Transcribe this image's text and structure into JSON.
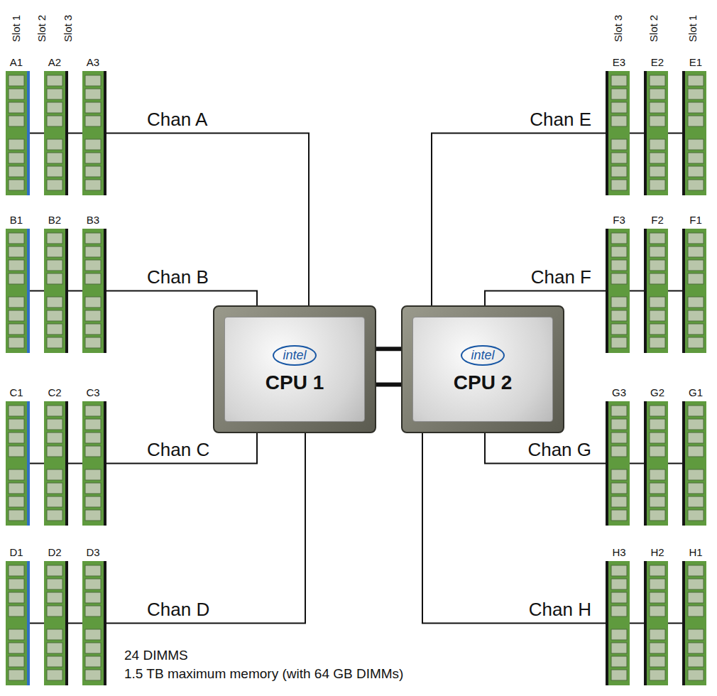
{
  "diagram": {
    "nodes": [
      {
        "text": [
          "intel",
          "CPU 1"
        ]
      },
      {
        "text": [
          "intel",
          "CPU 2"
        ]
      },
      {
        "text": [
          "A1"
        ]
      },
      {
        "text": [
          "A2"
        ]
      },
      {
        "text": [
          "A3"
        ]
      },
      {
        "text": [
          "B1"
        ]
      },
      {
        "text": [
          "B2"
        ]
      },
      {
        "text": [
          "B3"
        ]
      },
      {
        "text": [
          "C1"
        ]
      },
      {
        "text": [
          "C2"
        ]
      },
      {
        "text": [
          "C3"
        ]
      },
      {
        "text": [
          "D1"
        ]
      },
      {
        "text": [
          "D2"
        ]
      },
      {
        "text": [
          "D3"
        ]
      },
      {
        "text": [
          "E3"
        ]
      },
      {
        "text": [
          "E2"
        ]
      },
      {
        "text": [
          "E1"
        ]
      },
      {
        "text": [
          "F3"
        ]
      },
      {
        "text": [
          "F2"
        ]
      },
      {
        "text": [
          "F1"
        ]
      },
      {
        "text": [
          "G3"
        ]
      },
      {
        "text": [
          "G2"
        ]
      },
      {
        "text": [
          "G1"
        ]
      },
      {
        "text": [
          "H3"
        ]
      },
      {
        "text": [
          "H2"
        ]
      },
      {
        "text": [
          "H1"
        ]
      }
    ],
    "edges": [
      {
        "from": 0,
        "to": 4,
        "arrow": "none",
        "label": "Chan A"
      },
      {
        "from": 4,
        "to": 3,
        "arrow": "none"
      },
      {
        "from": 3,
        "to": 2,
        "arrow": "none"
      },
      {
        "from": 0,
        "to": 7,
        "arrow": "none",
        "label": "Chan B"
      },
      {
        "from": 7,
        "to": 6,
        "arrow": "none"
      },
      {
        "from": 6,
        "to": 5,
        "arrow": "none"
      },
      {
        "from": 0,
        "to": 10,
        "arrow": "none",
        "label": "Chan C"
      },
      {
        "from": 10,
        "to": 9,
        "arrow": "none"
      },
      {
        "from": 9,
        "to": 8,
        "arrow": "none"
      },
      {
        "from": 0,
        "to": 13,
        "arrow": "none",
        "label": "Chan D"
      },
      {
        "from": 13,
        "to": 12,
        "arrow": "none"
      },
      {
        "from": 12,
        "to": 11,
        "arrow": "none"
      },
      {
        "from": 1,
        "to": 14,
        "arrow": "none",
        "label": "Chan E"
      },
      {
        "from": 14,
        "to": 15,
        "arrow": "none"
      },
      {
        "from": 15,
        "to": 16,
        "arrow": "none"
      },
      {
        "from": 1,
        "to": 17,
        "arrow": "none",
        "label": "Chan F"
      },
      {
        "from": 17,
        "to": 18,
        "arrow": "none"
      },
      {
        "from": 18,
        "to": 19,
        "arrow": "none"
      },
      {
        "from": 1,
        "to": 20,
        "arrow": "none",
        "label": "Chan G"
      },
      {
        "from": 20,
        "to": 21,
        "arrow": "none"
      },
      {
        "from": 21,
        "to": 22,
        "arrow": "none"
      },
      {
        "from": 1,
        "to": 23,
        "arrow": "none",
        "label": "Chan H"
      },
      {
        "from": 23,
        "to": 24,
        "arrow": "none"
      },
      {
        "from": 24,
        "to": 25,
        "arrow": "none"
      },
      {
        "from": 0,
        "to": 1,
        "arrow": "none"
      },
      {
        "from": 0,
        "to": 1,
        "arrow": "none"
      }
    ],
    "labels": [
      "Slot 1",
      "Slot 2",
      "Slot 3",
      "Slot 3",
      "Slot 2",
      "Slot 1",
      "24 DIMMS",
      "1.5 TB maximum memory (with 64 GB DIMMs)"
    ]
  }
}
